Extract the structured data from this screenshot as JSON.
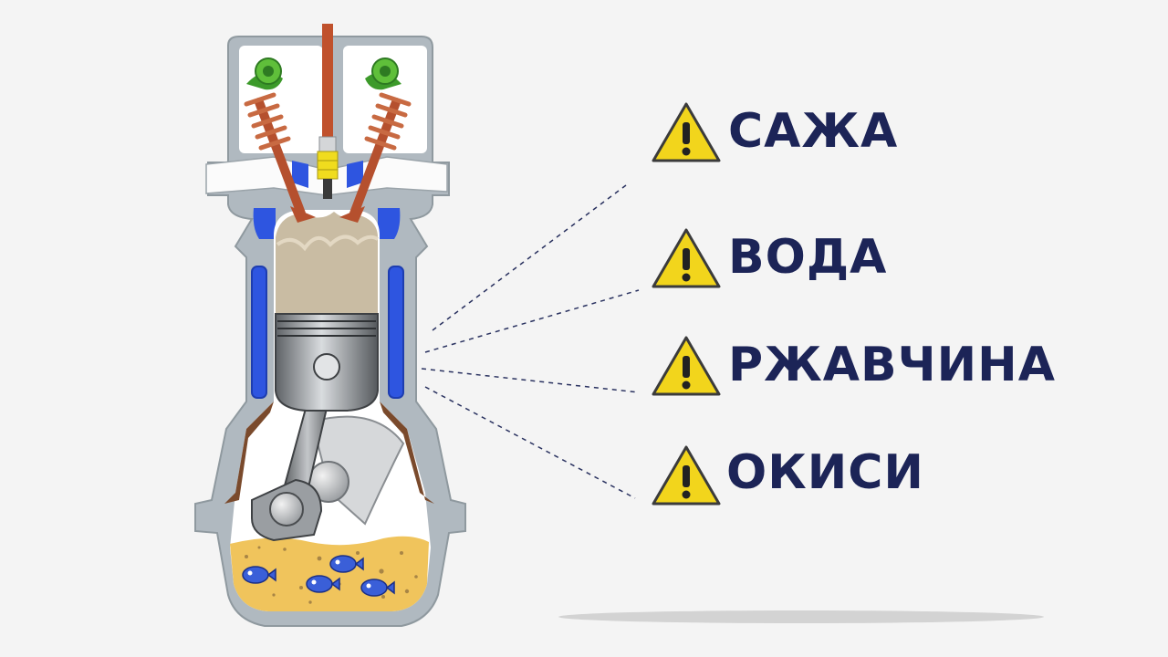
{
  "warnings": [
    {
      "label": "САЖА",
      "icon": "warning-icon"
    },
    {
      "label": "ВОДА",
      "icon": "warning-icon"
    },
    {
      "label": "РЖАВЧИНА",
      "icon": "warning-icon"
    },
    {
      "label": "ОКИСИ",
      "icon": "warning-icon"
    }
  ],
  "colors": {
    "background": "#f4f4f4",
    "text": "#1c2457",
    "warning_fill": "#f2d51c",
    "coolant": "#2e55e0",
    "housing": "#a9b3bb",
    "piston": "#7b7f83",
    "soot": "#c9bca3",
    "sludge": "#f0c45c"
  }
}
